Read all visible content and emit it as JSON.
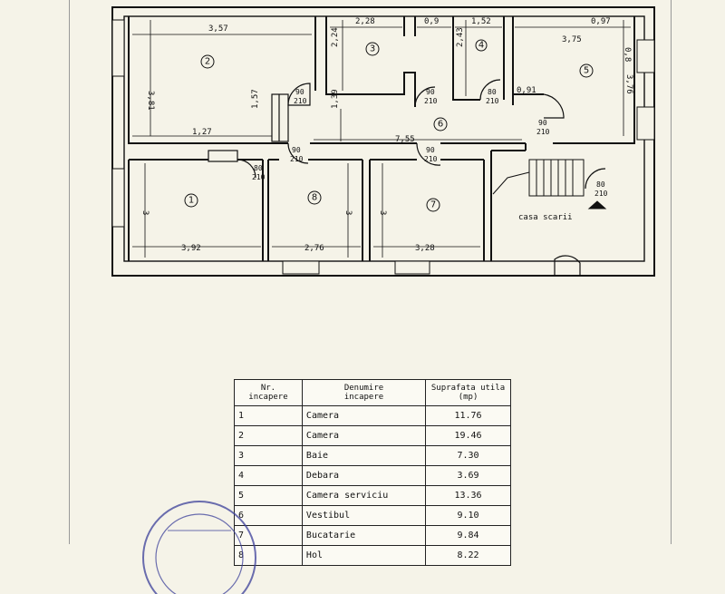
{
  "plan": {
    "dimensions": {
      "d_557": "3,57",
      "d_228": "2,28",
      "d_09": "0,9",
      "d_152": "1,52",
      "d_097": "0,97",
      "d_375": "3,75",
      "d_08": "0,8",
      "d_381": "3,81",
      "d_224": "2,24",
      "d_243": "2,43",
      "d_376": "3,76",
      "d_091": "0,91",
      "d_157": "1,57",
      "d_139": "1,39",
      "d_127": "1,27",
      "d_755": "7,55",
      "d_3a": "3",
      "d_3b": "3",
      "d_3c": "3",
      "d_392": "3,92",
      "d_276": "2,76",
      "d_328": "3,28"
    },
    "rooms": [
      "1",
      "2",
      "3",
      "4",
      "5",
      "6",
      "7",
      "8"
    ],
    "doors": [
      {
        "w": "90",
        "h": "210"
      },
      {
        "w": "90",
        "h": "210"
      },
      {
        "w": "80",
        "h": "210"
      },
      {
        "w": "90",
        "h": "210"
      },
      {
        "w": "90",
        "h": "210"
      },
      {
        "w": "90",
        "h": "210"
      },
      {
        "w": "80",
        "h": "210"
      },
      {
        "w": "80",
        "h": "210"
      }
    ],
    "stair_label": "casa scarii"
  },
  "table": {
    "headers": {
      "nr_line1": "Nr.",
      "nr_line2": "incapere",
      "name_line1": "Denumire",
      "name_line2": "incapere",
      "area_line1": "Suprafata utila",
      "area_line2": "(mp)"
    },
    "rows": [
      {
        "nr": "1",
        "name": "Camera",
        "area": "11.76"
      },
      {
        "nr": "2",
        "name": "Camera",
        "area": "19.46"
      },
      {
        "nr": "3",
        "name": "Baie",
        "area": "7.30"
      },
      {
        "nr": "4",
        "name": "Debara",
        "area": "3.69"
      },
      {
        "nr": "5",
        "name": "Camera serviciu",
        "area": "13.36"
      },
      {
        "nr": "6",
        "name": "Vestibul",
        "area": "9.10"
      },
      {
        "nr": "7",
        "name": "Bucatarie",
        "area": "9.84"
      },
      {
        "nr": "8",
        "name": "Hol",
        "area": "8.22"
      }
    ]
  }
}
